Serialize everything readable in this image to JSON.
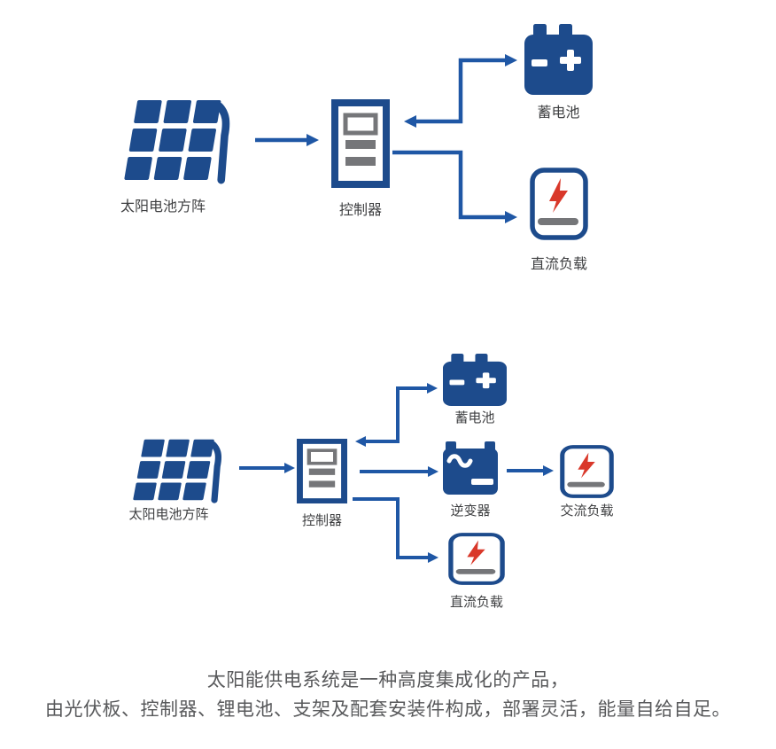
{
  "colors": {
    "icon_navy": "#1d4b8c",
    "arrow_blue": "#1f57a5",
    "detail_gray": "#757679",
    "lightning_red": "#d9382a",
    "label_text": "#3e3f41",
    "caption_text": "#58595b",
    "background": "#ffffff"
  },
  "icons": {
    "solar": "solar-panel-icon",
    "controller": "controller-icon",
    "battery": "battery-icon",
    "inverter": "inverter-icon",
    "load": "electric-load-icon"
  },
  "diagram_top": {
    "solar": "太阳电池方阵",
    "controller": "控制器",
    "battery": "蓄电池",
    "dc_load": "直流负载",
    "edges": [
      {
        "from": "solar",
        "to": "controller",
        "direction": "one-way"
      },
      {
        "from": "controller",
        "to": "battery",
        "direction": "two-way"
      },
      {
        "from": "controller",
        "to": "dc_load",
        "direction": "one-way"
      }
    ]
  },
  "diagram_bottom": {
    "solar": "太阳电池方阵",
    "controller": "控制器",
    "battery": "蓄电池",
    "inverter": "逆变器",
    "ac_load": "交流负载",
    "dc_load": "直流负载",
    "edges": [
      {
        "from": "solar",
        "to": "controller",
        "direction": "one-way"
      },
      {
        "from": "controller",
        "to": "battery",
        "direction": "two-way"
      },
      {
        "from": "controller",
        "to": "inverter",
        "direction": "one-way"
      },
      {
        "from": "inverter",
        "to": "ac_load",
        "direction": "one-way"
      },
      {
        "from": "controller",
        "to": "dc_load",
        "direction": "one-way"
      }
    ]
  },
  "caption": {
    "line1": "太阳能供电系统是一种高度集成化的产品，",
    "line2": "由光伏板、控制器、锂电池、支架及配套安装件构成，部署灵活，能量自给自足。"
  }
}
